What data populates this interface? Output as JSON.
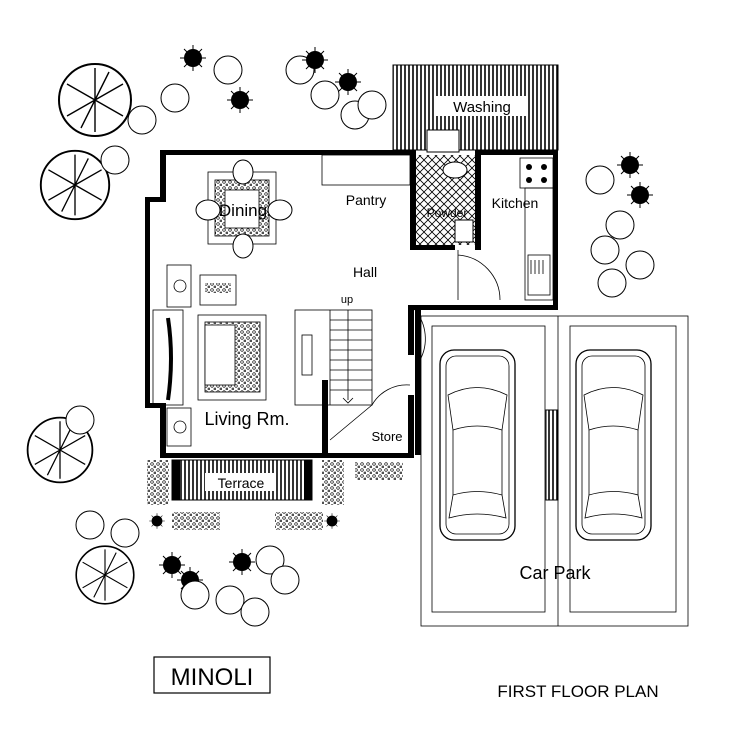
{
  "plan": {
    "title": "MINOLI",
    "subtitle": "FIRST FLOOR PLAN",
    "rooms": {
      "washing": "Washing",
      "pantry": "Pantry",
      "powder": "Powder",
      "kitchen": "Kitchen",
      "dining": "Dining",
      "hall": "Hall",
      "stairs_up": "up",
      "living": "Living Rm.",
      "store": "Store",
      "terrace": "Terrace",
      "car_park": "Car Park"
    }
  }
}
